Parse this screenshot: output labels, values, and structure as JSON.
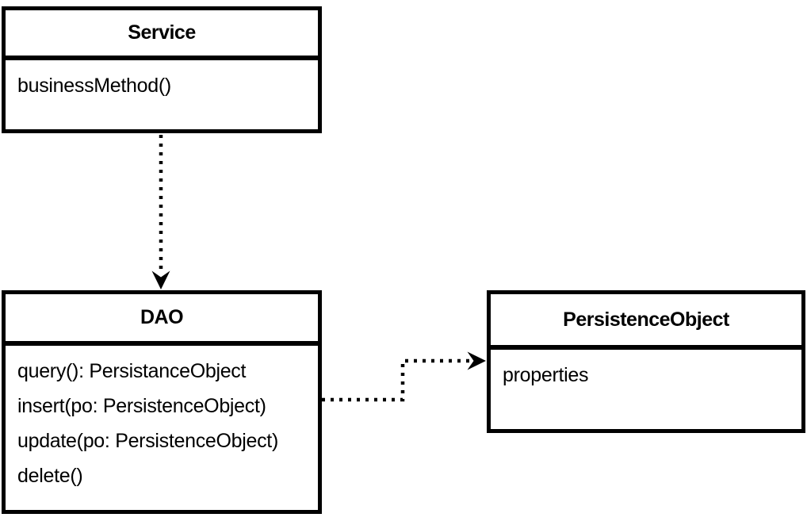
{
  "diagram": {
    "type": "uml-class-diagram",
    "colors": {
      "stroke": "#000000",
      "background": "#ffffff",
      "text": "#000000"
    },
    "classes": [
      {
        "name": "Service",
        "members": [
          "businessMethod()"
        ]
      },
      {
        "name": "DAO",
        "members": [
          "query(): PersistanceObject",
          "insert(po: PersistenceObject)",
          "update(po: PersistenceObject)",
          "delete()"
        ]
      },
      {
        "name": "PersistenceObject",
        "members": [
          "properties"
        ]
      }
    ],
    "connectors": [
      {
        "from": "Service",
        "to": "DAO",
        "style": "dotted",
        "arrowhead": "stealth",
        "direction": "down"
      },
      {
        "from": "DAO",
        "to": "PersistenceObject",
        "style": "dotted",
        "arrowhead": "stealth",
        "direction": "right",
        "shape": "elbow"
      }
    ]
  }
}
